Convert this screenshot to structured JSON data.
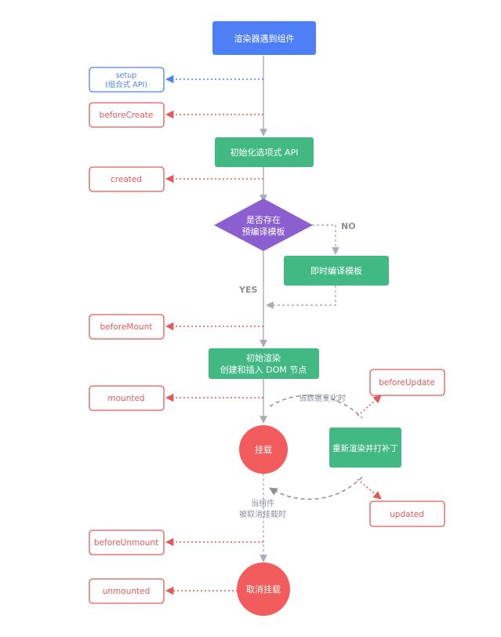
{
  "nodes": {
    "renderer": "渲染器遇到组件",
    "init_options": "初始化选项式 API",
    "precompiled_line1": "是否存在",
    "precompiled_line2": "预编译模板",
    "jit_compile": "即时编译模板",
    "initial_render_line1": "初始渲染",
    "initial_render_line2": "创建和插入 DOM 节点",
    "mounted_state": "挂载",
    "rerender_patch": "重新渲染并打补丁",
    "unmounted_state": "取消挂载"
  },
  "hooks": {
    "setup_line1": "setup",
    "setup_line2": "(组合式 API)",
    "before_create": "beforeCreate",
    "created": "created",
    "before_mount": "beforeMount",
    "mounted": "mounted",
    "before_update": "beforeUpdate",
    "updated": "updated",
    "before_unmount": "beforeUnmount",
    "unmounted": "unmounted"
  },
  "labels": {
    "no": "NO",
    "yes": "YES",
    "on_data_change": "当数据变化时",
    "on_unmount_line1": "当组件",
    "on_unmount_line2": "被取消挂载时"
  },
  "colors": {
    "blue": "#4f7ff7",
    "green": "#42b883",
    "purple": "#8b5fd0",
    "red": "#f25c5c",
    "hook_red": "#e05a5a",
    "hook_blue": "#4f7ff7",
    "arrow_gray": "#a8aeb6",
    "dash_gray": "#8a8f98"
  }
}
